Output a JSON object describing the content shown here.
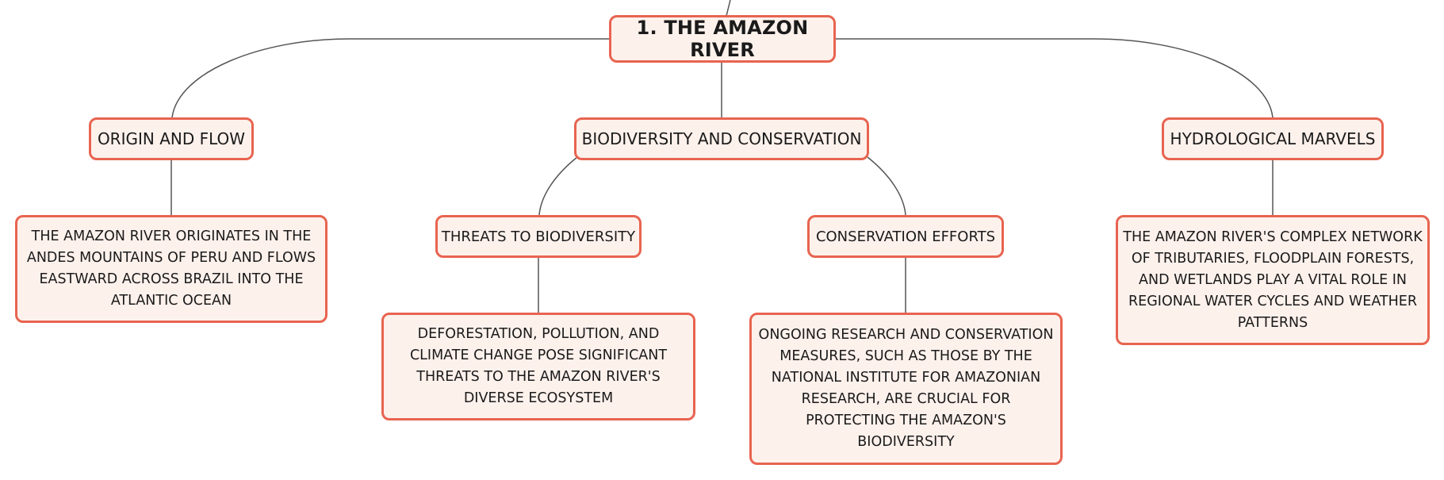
{
  "diagram": {
    "root": {
      "label": "1. THE AMAZON RIVER"
    },
    "branches": [
      {
        "label": "ORIGIN AND FLOW",
        "children": [
          {
            "label": "THE AMAZON RIVER ORIGINATES IN THE ANDES MOUNTAINS OF PERU AND FLOWS EASTWARD ACROSS BRAZIL INTO THE ATLANTIC OCEAN"
          }
        ]
      },
      {
        "label": "BIODIVERSITY AND CONSERVATION",
        "children": [
          {
            "label": "THREATS TO BIODIVERSITY",
            "children": [
              {
                "label": "DEFORESTATION, POLLUTION, AND CLIMATE CHANGE POSE SIGNIFICANT THREATS TO THE AMAZON RIVER'S DIVERSE ECOSYSTEM"
              }
            ]
          },
          {
            "label": "CONSERVATION EFFORTS",
            "children": [
              {
                "label": "ONGOING RESEARCH AND CONSERVATION MEASURES, SUCH AS THOSE BY THE NATIONAL INSTITUTE FOR AMAZONIAN RESEARCH, ARE CRUCIAL FOR PROTECTING THE AMAZON'S BIODIVERSITY"
              }
            ]
          }
        ]
      },
      {
        "label": "HYDROLOGICAL MARVELS",
        "children": [
          {
            "label": "THE AMAZON RIVER'S COMPLEX NETWORK OF TRIBUTARIES, FLOODPLAIN FORESTS, AND WETLANDS PLAY A VITAL ROLE IN REGIONAL WATER CYCLES AND WEATHER PATTERNS"
          }
        ]
      }
    ],
    "colors": {
      "node_fill": "#fdf1ec",
      "node_border": "#e86450",
      "connector": "#555555"
    }
  }
}
